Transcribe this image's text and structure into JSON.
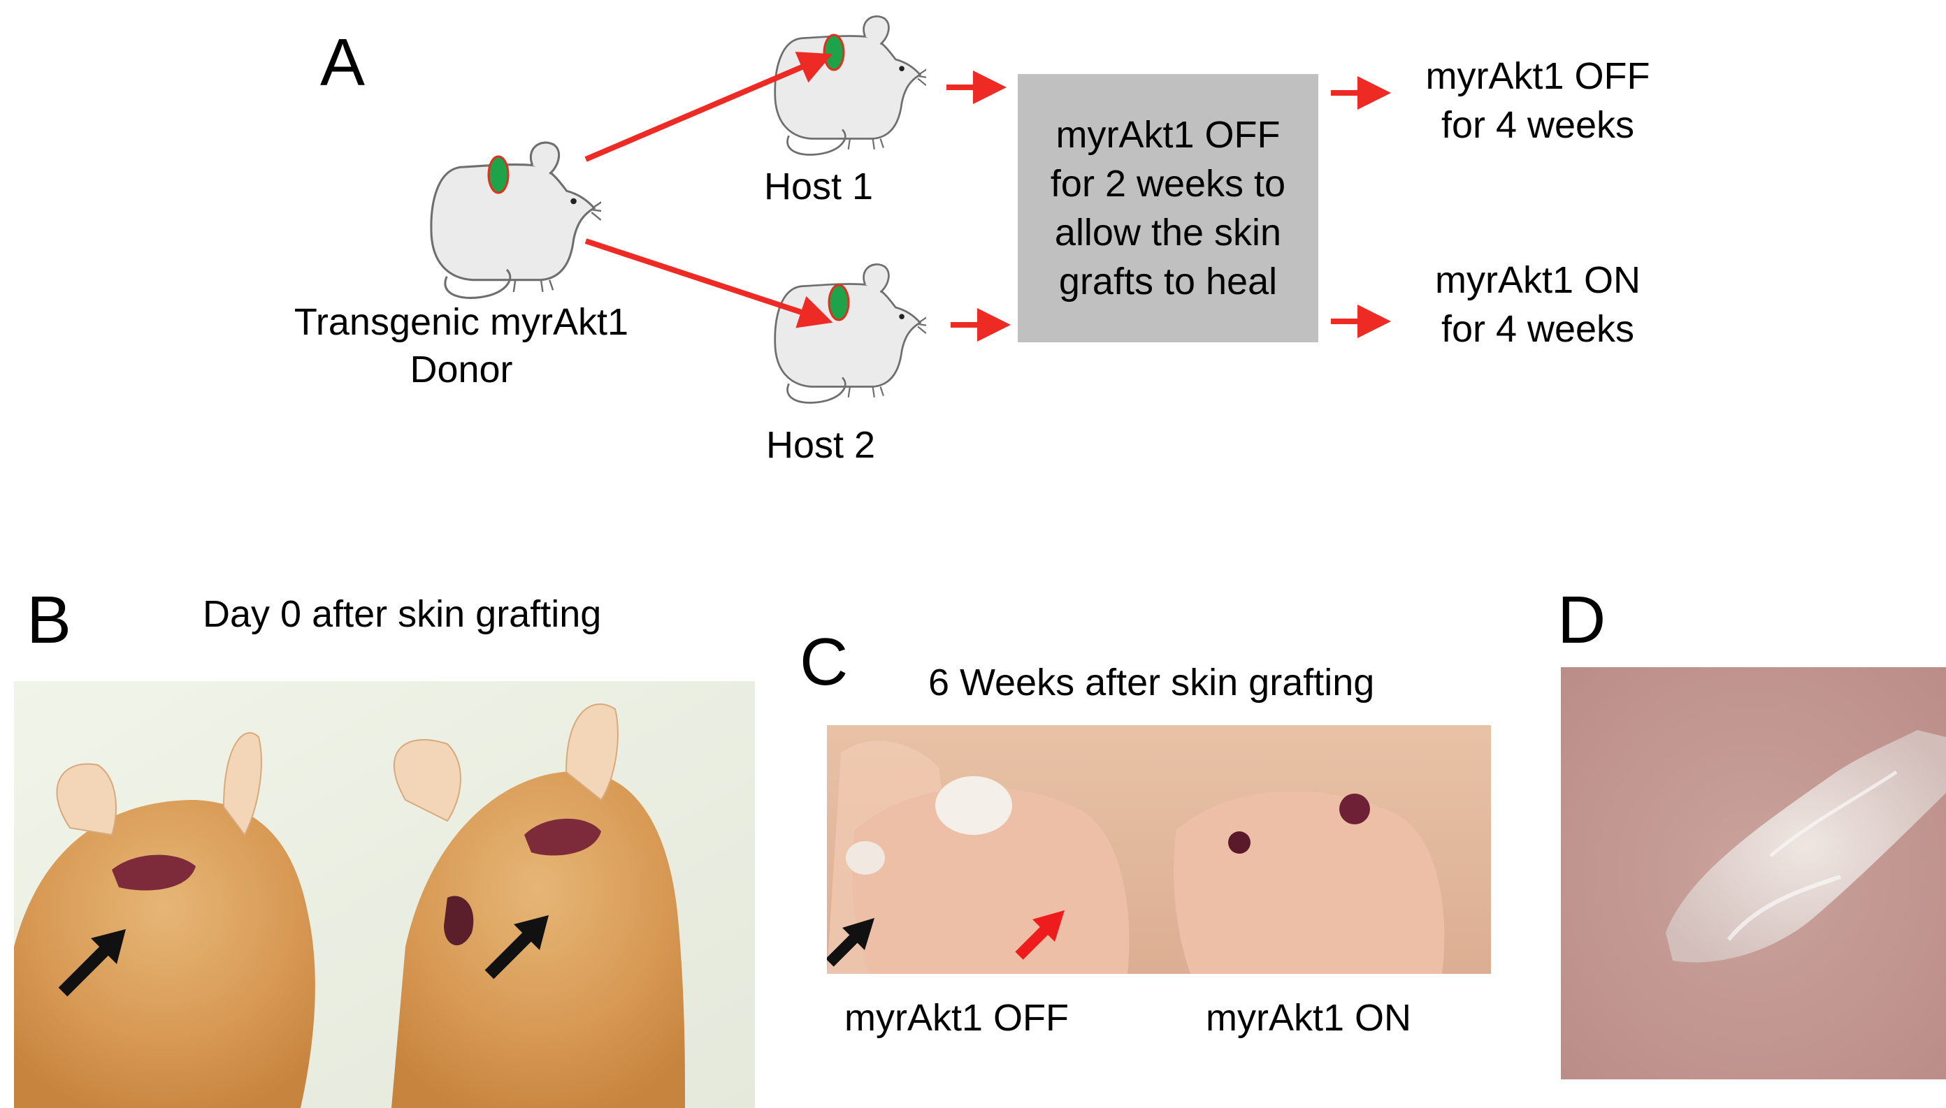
{
  "panels": {
    "a": {
      "letter": "A",
      "donor_label_line1": "Transgenic myrAkt1",
      "donor_label_line2": "Donor",
      "host1_label": "Host 1",
      "host2_label": "Host 2",
      "process_box": "myrAkt1 OFF\nfor 2 weeks to\nallow the skin\ngrafts to heal",
      "outcome1_line1": "myrAkt1 OFF",
      "outcome1_line2": "for 4 weeks",
      "outcome2_line1": "myrAkt1 ON",
      "outcome2_line2": "for 4 weeks"
    },
    "b": {
      "letter": "B",
      "title": "Day 0 after skin grafting"
    },
    "c": {
      "letter": "C",
      "title": "6 Weeks after skin grafting",
      "label_left": "myrAkt1 OFF",
      "label_right": "myrAkt1 ON"
    },
    "d": {
      "letter": "D"
    }
  },
  "colors": {
    "arrow_red": "#ee2a24",
    "graft_green": "#1fa34a",
    "graft_outline": "#e0301e",
    "box_gray": "#c0c0c0",
    "mouse_fill": "#ebebeb",
    "mouse_outline": "#6e6e6e",
    "photo_arrow_black": "#111111",
    "photo_arrow_red": "#ee1c1c"
  }
}
